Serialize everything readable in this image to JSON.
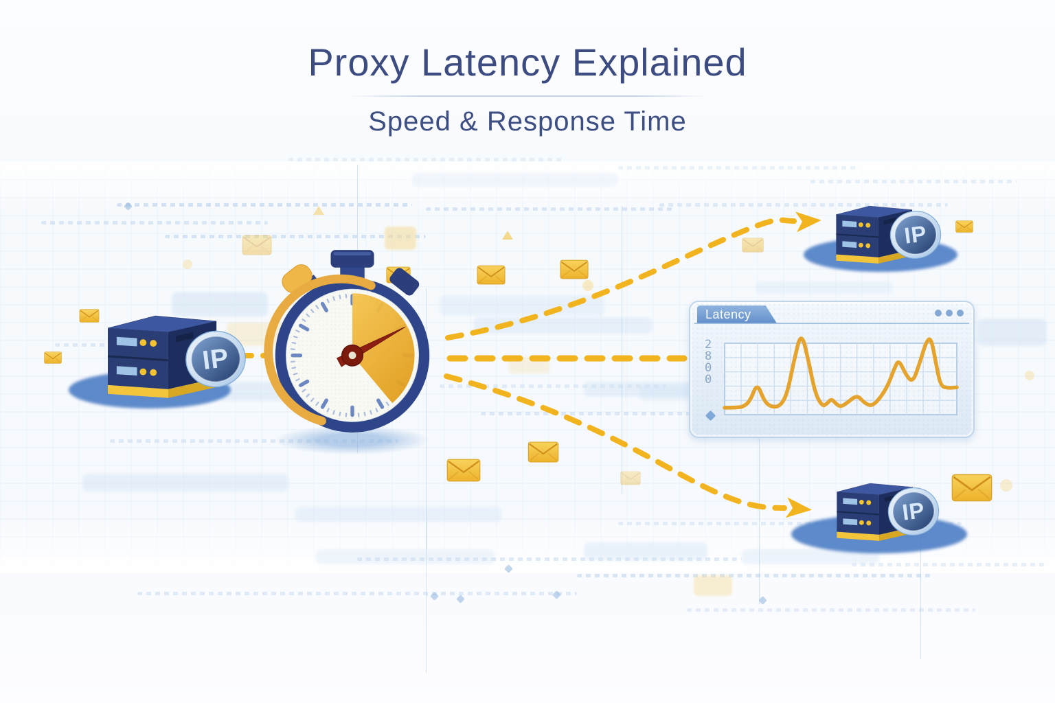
{
  "title": {
    "main": "Proxy Latency Explained",
    "subtitle": "Speed & Response Time"
  },
  "badges": {
    "ip_label": "IP"
  },
  "latency_panel": {
    "title": "Latency",
    "y_axis_chars": [
      "2",
      "8",
      "0",
      "0"
    ],
    "window_dot_count": 3
  },
  "chart_data": {
    "type": "line",
    "title": "Latency",
    "y_axis_stacked_label": "2800",
    "grid": true,
    "legend": "none",
    "line_color": "#E6A32B",
    "ylim": [
      0,
      110
    ],
    "x_range_pct": [
      0,
      100
    ],
    "points": [
      [
        0,
        1
      ],
      [
        4,
        1
      ],
      [
        8,
        2
      ],
      [
        11,
        10
      ],
      [
        14,
        34
      ],
      [
        17,
        10
      ],
      [
        20,
        2
      ],
      [
        24,
        3
      ],
      [
        27,
        20
      ],
      [
        30,
        65
      ],
      [
        33,
        102
      ],
      [
        36,
        65
      ],
      [
        39,
        20
      ],
      [
        42,
        3
      ],
      [
        44,
        6
      ],
      [
        46,
        13
      ],
      [
        48,
        6
      ],
      [
        50,
        2
      ],
      [
        53,
        8
      ],
      [
        57,
        18
      ],
      [
        60,
        8
      ],
      [
        63,
        3
      ],
      [
        66,
        10
      ],
      [
        70,
        28
      ],
      [
        73,
        52
      ],
      [
        75,
        65
      ],
      [
        78,
        45
      ],
      [
        81,
        34
      ],
      [
        84,
        60
      ],
      [
        87,
        90
      ],
      [
        89,
        93
      ],
      [
        91,
        60
      ],
      [
        93,
        30
      ],
      [
        96,
        27
      ],
      [
        100,
        28
      ]
    ]
  },
  "colors": {
    "title_navy": "#3C4C81",
    "accent_yellow": "#F2B41E",
    "server_navy": "#2A3D74",
    "badge_face_blue": "#2C4878",
    "shadow_blue": "#4D7EC5",
    "panel_header_blue": "#6390CA",
    "chart_line": "#E6A32B",
    "hand_red": "#8E2012"
  },
  "icons": {
    "envelope": "message packet",
    "stopwatch": "timer measuring latency",
    "ip_badge": "proxy IP identity",
    "server": "proxy server stack",
    "arrowhead": "route direction",
    "window_dots": "window controls"
  }
}
